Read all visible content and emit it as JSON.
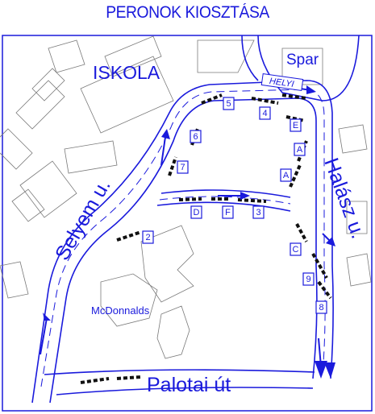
{
  "title": "PERONOK KIOSZTÁSA",
  "labels": {
    "iskola": "ISKOLA",
    "spar": "Spar",
    "helyi": "HELYI",
    "mcdonalds": "McDonnalds",
    "selyem": "Selyem u.",
    "halasz": "Halász u.",
    "palotai": "Palotai út"
  },
  "stops": {
    "s2": "2",
    "s3": "3",
    "s4": "4",
    "s5": "5",
    "s6": "6",
    "s7": "7",
    "s8": "8",
    "s9": "9",
    "sA1": "A",
    "sA2": "A",
    "sC": "C",
    "sD": "D",
    "sE": "E",
    "sF": "F"
  },
  "colors": {
    "accent": "#1a1adc",
    "building": "#7a7a7a"
  }
}
